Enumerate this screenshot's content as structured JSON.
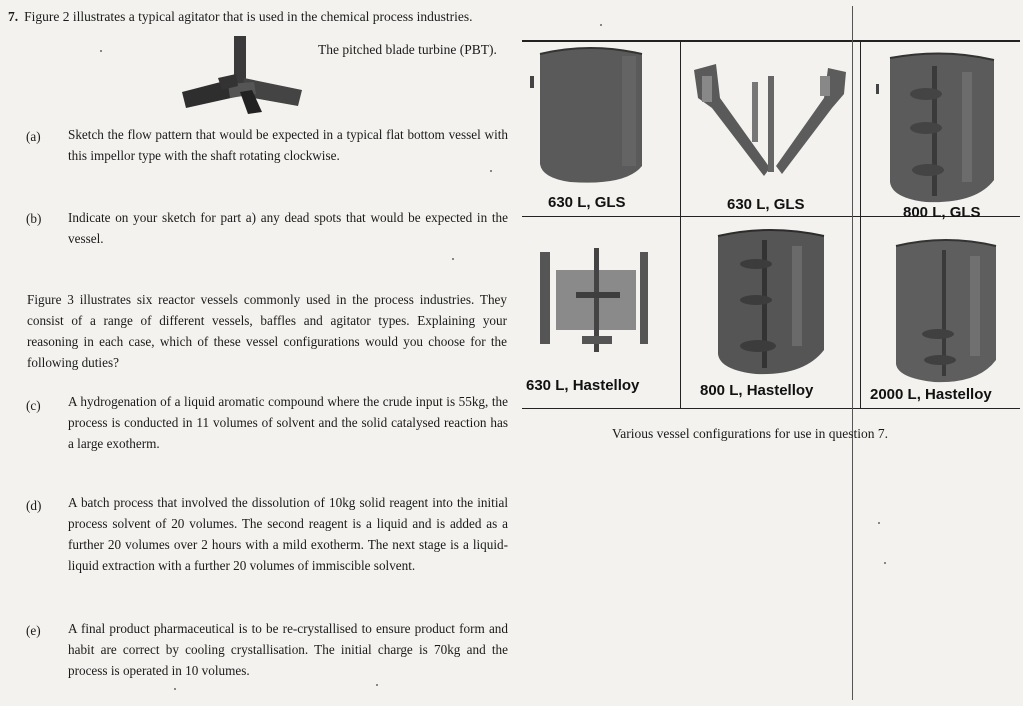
{
  "question": {
    "number": "7.",
    "title": "Figure 2 illustrates a typical agitator that is used in the chemical process industries.",
    "pbt_caption": "The pitched blade turbine (PBT).",
    "part_a": {
      "label": "(a)",
      "text": "Sketch the flow pattern that would be expected in a typical flat bottom vessel with this impellor type with the shaft rotating clockwise."
    },
    "part_b": {
      "label": "(b)",
      "text": "Indicate on your sketch for part a) any dead spots that would be expected in the vessel."
    },
    "figure3_intro": "Figure 3 illustrates six reactor vessels commonly used in the process industries. They consist of a range of different vessels, baffles and agitator types. Explaining your reasoning in each case, which of these vessel configurations would you choose for the following duties?",
    "part_c": {
      "label": "(c)",
      "text": "A hydrogenation of a liquid aromatic compound where the crude input is 55kg, the process is conducted in 11 volumes of solvent and the solid catalysed reaction has a large exotherm."
    },
    "part_d": {
      "label": "(d)",
      "text": "A batch process that involved the dissolution of 10kg solid reagent into the initial process solvent of 20 volumes. The second reagent is a liquid and is added as a further 20 volumes over 2 hours with a mild exotherm. The next stage is a liquid-liquid extraction with a further 20 volumes of immiscible solvent."
    },
    "part_e": {
      "label": "(e)",
      "text": "A final product pharmaceutical is to be re-crystallised to ensure product form and habit are correct by cooling crystallisation. The initial charge is 70kg and the process is operated in 10 volumes."
    }
  },
  "figure3": {
    "vessels": [
      {
        "label": "630 L, GLS"
      },
      {
        "label": "630 L, GLS"
      },
      {
        "label": "800 L, GLS"
      },
      {
        "label": "630 L, Hastelloy"
      },
      {
        "label": "800 L, Hastelloy"
      },
      {
        "label": "2000 L, Hastelloy"
      }
    ],
    "caption": "Various vessel configurations for use in question 7."
  }
}
